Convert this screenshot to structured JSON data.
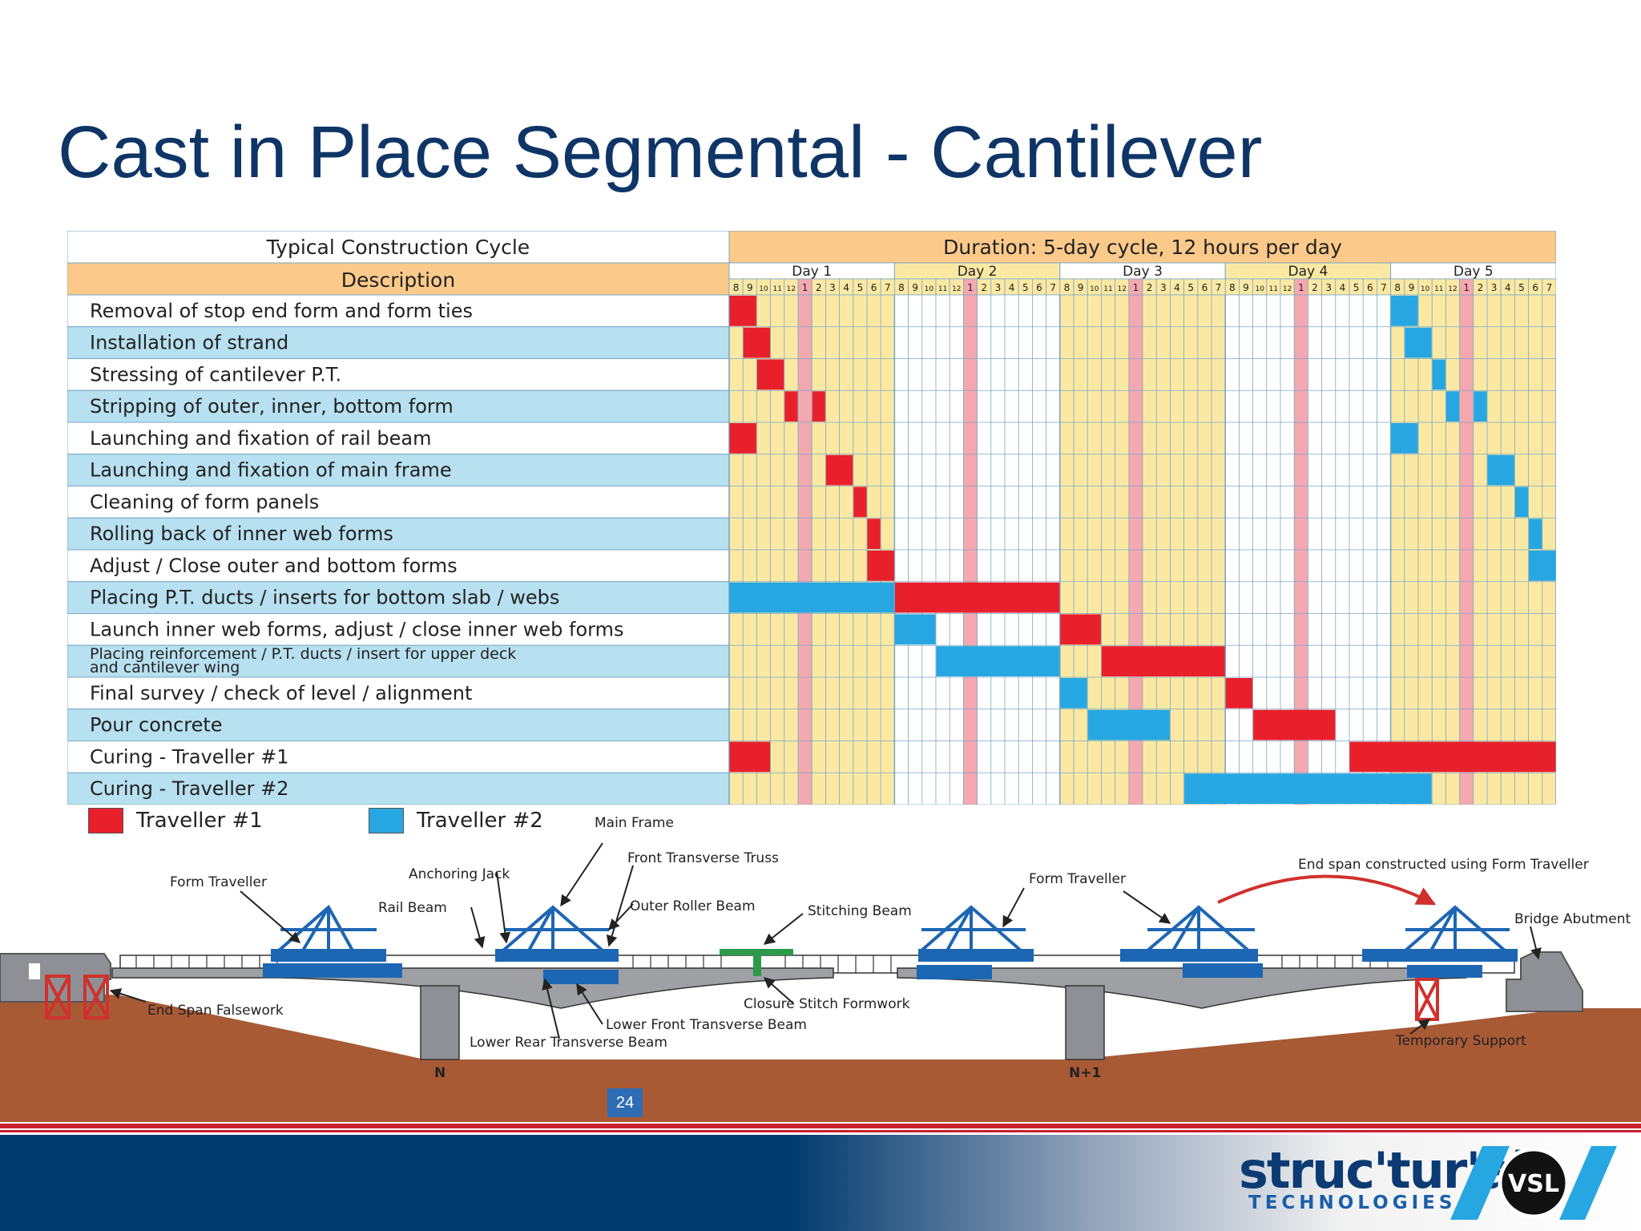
{
  "slide": {
    "title": "Cast in Place Segmental - Cantilever",
    "page_number": "24"
  },
  "schedule": {
    "header_left": "Typical Construction Cycle",
    "header_right": "Duration: 5-day cycle, 12 hours per day",
    "description_header": "Description",
    "days": [
      "Day 1",
      "Day 2",
      "Day 3",
      "Day 4",
      "Day 5"
    ],
    "hours": [
      "8",
      "9",
      "10",
      "11",
      "12",
      "1",
      "2",
      "3",
      "4",
      "5",
      "6",
      "7"
    ],
    "colors": {
      "traveller1": "#e8202c",
      "traveller2": "#27a7e1",
      "day_yellow": "#fbe9a3",
      "day_white": "#ffffff",
      "lunch_pink": "#f4a8b0",
      "row_blue": "#b7e0f0",
      "header_orange": "#fbc98a",
      "grid_line": "#7aa7c7"
    },
    "tasks": [
      {
        "label": "Removal of stop end form and form ties",
        "bars": [
          {
            "t": 1,
            "s": 0,
            "e": 2
          },
          {
            "t": 2,
            "s": 48,
            "e": 50
          }
        ]
      },
      {
        "label": "Installation of strand",
        "bars": [
          {
            "t": 1,
            "s": 1,
            "e": 3
          },
          {
            "t": 2,
            "s": 49,
            "e": 51
          }
        ]
      },
      {
        "label": "Stressing of cantilever P.T.",
        "bars": [
          {
            "t": 1,
            "s": 2,
            "e": 4
          },
          {
            "t": 2,
            "s": 51,
            "e": 52
          }
        ]
      },
      {
        "label": "Stripping of outer, inner, bottom form",
        "bars": [
          {
            "t": 1,
            "s": 4,
            "e": 5
          },
          {
            "t": 1,
            "s": 6,
            "e": 7
          },
          {
            "t": 2,
            "s": 52,
            "e": 53
          },
          {
            "t": 2,
            "s": 54,
            "e": 55
          }
        ]
      },
      {
        "label": "Launching and fixation of rail beam",
        "bars": [
          {
            "t": 1,
            "s": 0,
            "e": 2
          },
          {
            "t": 2,
            "s": 48,
            "e": 50
          }
        ]
      },
      {
        "label": "Launching and fixation of main frame",
        "bars": [
          {
            "t": 1,
            "s": 7,
            "e": 9
          },
          {
            "t": 2,
            "s": 55,
            "e": 57
          }
        ]
      },
      {
        "label": "Cleaning of form panels",
        "bars": [
          {
            "t": 1,
            "s": 9,
            "e": 10
          },
          {
            "t": 2,
            "s": 57,
            "e": 58
          }
        ]
      },
      {
        "label": "Rolling back of inner web forms",
        "bars": [
          {
            "t": 1,
            "s": 10,
            "e": 11
          },
          {
            "t": 2,
            "s": 58,
            "e": 59
          }
        ]
      },
      {
        "label": "Adjust / Close outer and bottom forms",
        "bars": [
          {
            "t": 1,
            "s": 10,
            "e": 12
          },
          {
            "t": 2,
            "s": 58,
            "e": 60
          }
        ]
      },
      {
        "label": "Placing P.T. ducts / inserts for bottom slab / webs",
        "bars": [
          {
            "t": 2,
            "s": 0,
            "e": 12
          },
          {
            "t": 1,
            "s": 12,
            "e": 24
          }
        ]
      },
      {
        "label": "Launch inner web forms, adjust / close inner web forms",
        "bars": [
          {
            "t": 2,
            "s": 12,
            "e": 15
          },
          {
            "t": 1,
            "s": 24,
            "e": 27
          }
        ]
      },
      {
        "label": "Placing reinforcement / P.T. ducts / insert for upper deck and cantilever wing",
        "bars": [
          {
            "t": 2,
            "s": 15,
            "e": 24
          },
          {
            "t": 1,
            "s": 27,
            "e": 36
          }
        ]
      },
      {
        "label": "Final survey / check of level / alignment",
        "bars": [
          {
            "t": 2,
            "s": 24,
            "e": 26
          },
          {
            "t": 1,
            "s": 36,
            "e": 38
          }
        ]
      },
      {
        "label": "Pour concrete",
        "bars": [
          {
            "t": 2,
            "s": 26,
            "e": 32
          },
          {
            "t": 1,
            "s": 38,
            "e": 44
          }
        ]
      },
      {
        "label": "Curing - Traveller #1",
        "bars": [
          {
            "t": 1,
            "s": 0,
            "e": 3
          },
          {
            "t": 1,
            "s": 45,
            "e": 60
          }
        ]
      },
      {
        "label": "Curing - Traveller #2",
        "bars": [
          {
            "t": 2,
            "s": 33,
            "e": 51
          }
        ]
      }
    ],
    "legend": [
      {
        "label": "Traveller #1",
        "color": "#e8202c"
      },
      {
        "label": "Traveller #2",
        "color": "#27a7e1"
      }
    ]
  },
  "diagram": {
    "labels": {
      "main_frame": "Main Frame",
      "front_transverse_truss": "Front Transverse Truss",
      "anchoring_jack": "Anchoring Jack",
      "form_traveller_left": "Form Traveller",
      "rail_beam": "Rail Beam",
      "outer_roller_beam": "Outer Roller Beam",
      "stitching_beam": "Stitching Beam",
      "form_traveller_right": "Form Traveller",
      "end_span_note": "End span constructed using Form Traveller",
      "bridge_abutment": "Bridge Abutment",
      "end_span_falsework": "End Span Falsework",
      "closure_stitch_formwork": "Closure Stitch Formwork",
      "lower_front_transverse_beam": "Lower Front Transverse Beam",
      "lower_rear_transverse_beam": "Lower Rear Transverse Beam",
      "temporary_support": "Temporary Support",
      "pier_n": "N",
      "pier_n1": "N+1"
    },
    "colors": {
      "ground": "#a85a35",
      "deck": "#9ea0a4",
      "traveller": "#1d66b3",
      "falsework": "#d0312d"
    }
  },
  "footer": {
    "brand_main": "struc'tur'al",
    "brand_sub": "TECHNOLOGIES",
    "vsl": "VSL",
    "accent": "#c8202f",
    "band": "#003a6e"
  }
}
